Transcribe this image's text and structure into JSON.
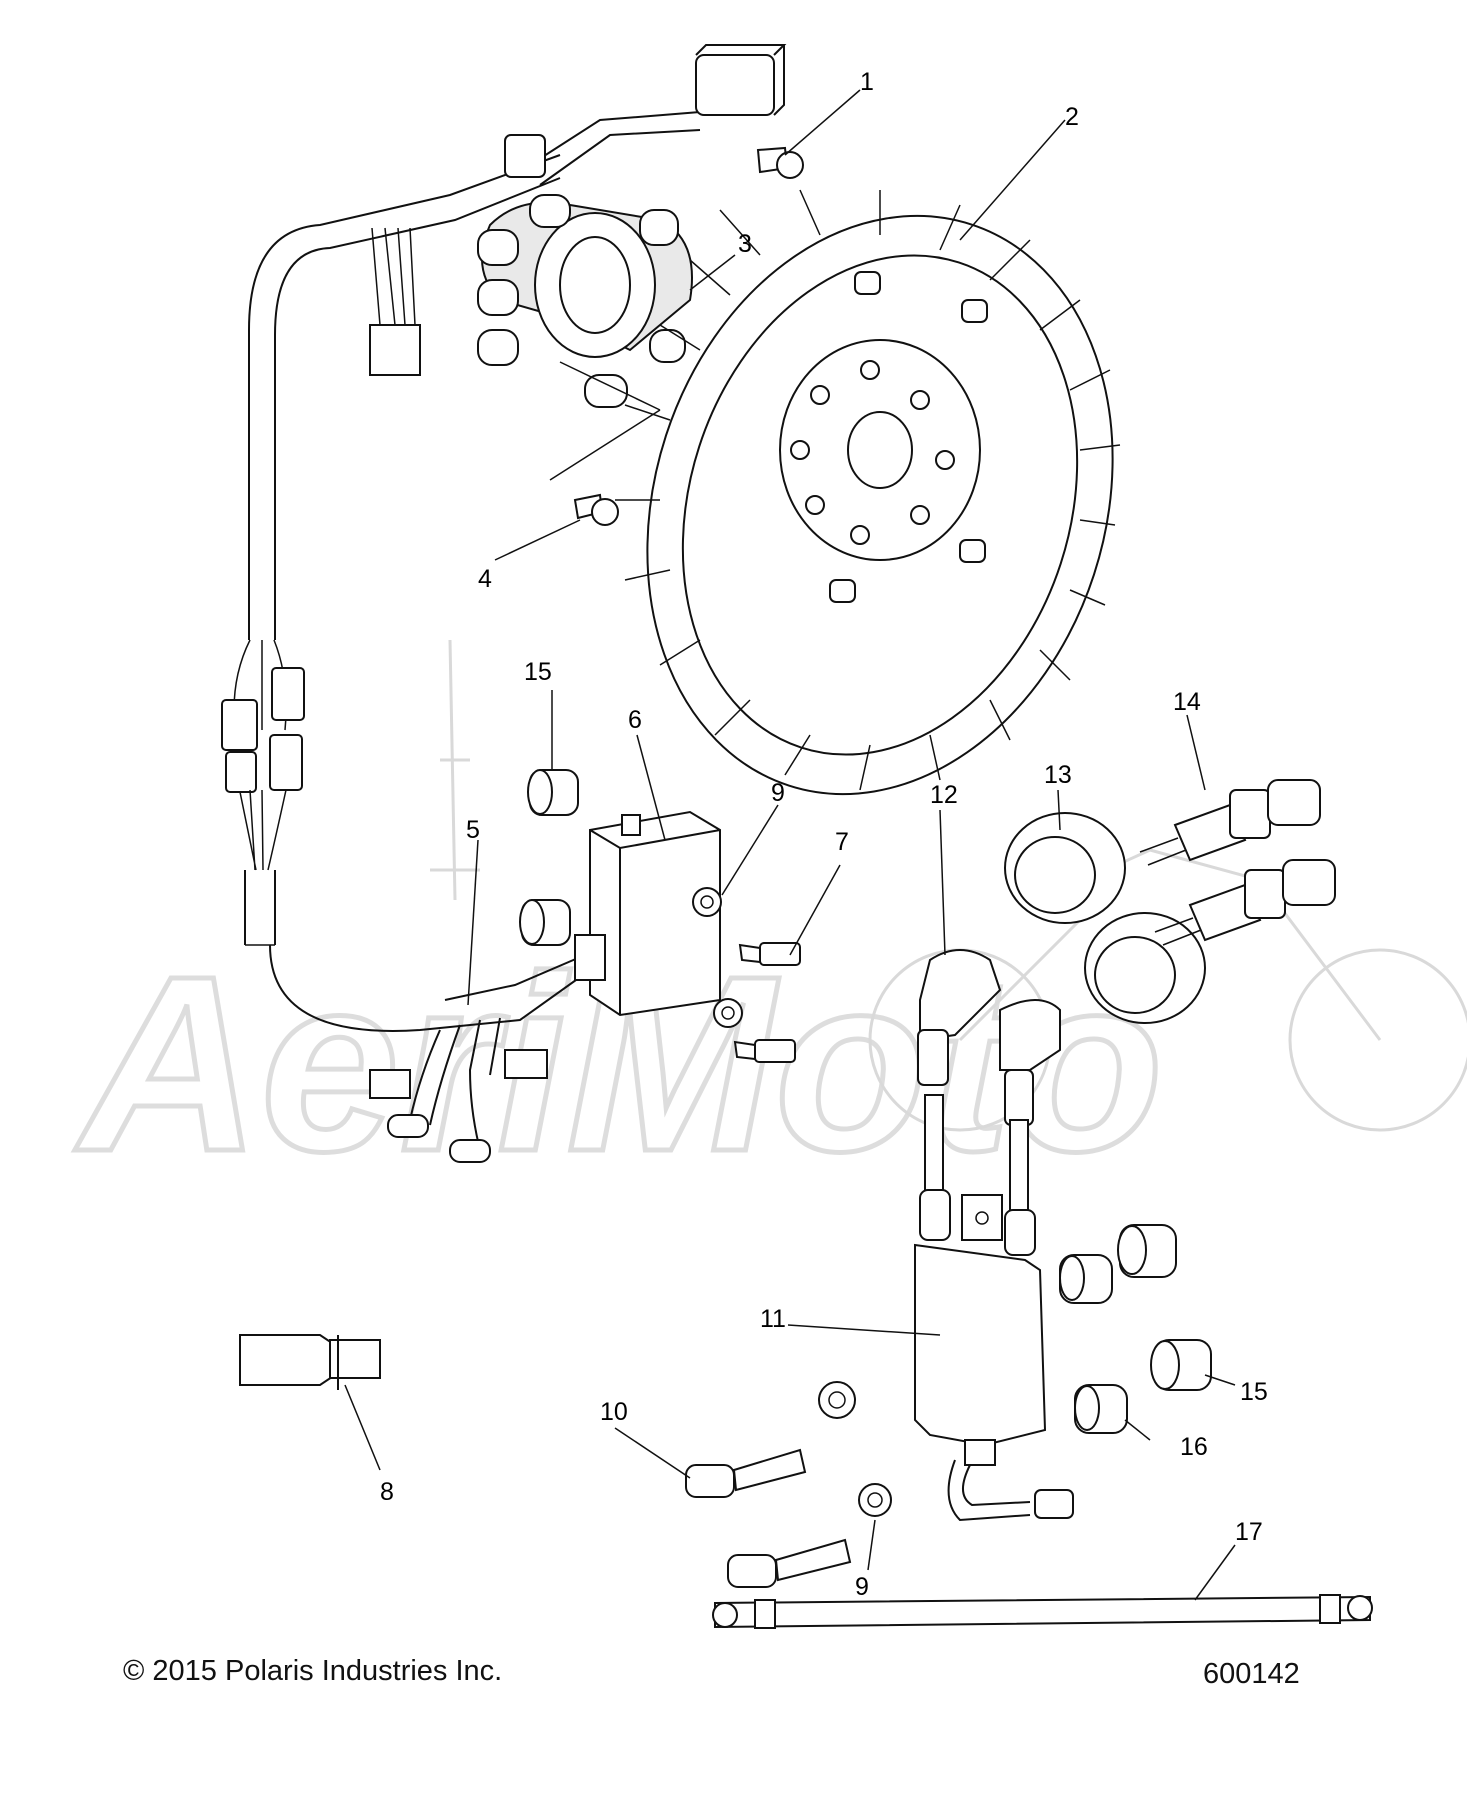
{
  "diagram": {
    "callouts": [
      "1",
      "2",
      "3",
      "4",
      "5",
      "6",
      "7",
      "8",
      "9",
      "10",
      "11",
      "12",
      "13",
      "14",
      "15",
      "16",
      "17"
    ],
    "callout_9_second": "9",
    "callout_15_second": "15",
    "watermark_text": "AeriMoto"
  },
  "footer": {
    "copyright": "© 2015 Polaris Industries Inc.",
    "drawing_number": "600142"
  }
}
